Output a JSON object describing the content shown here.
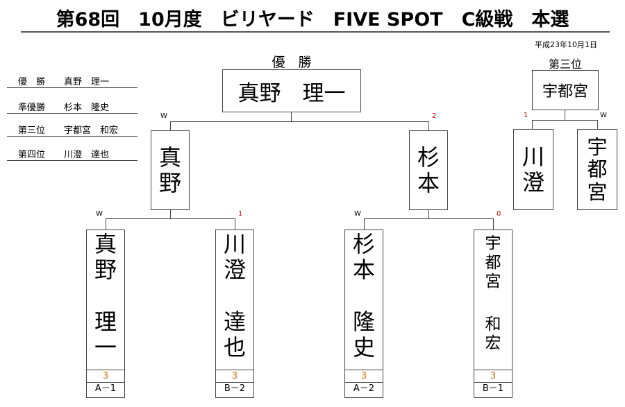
{
  "title": "第68回　10月度　ビリヤード　FIVE SPOT　C級戦　本選",
  "date": "平成23年10月1日",
  "results": [
    {
      "label": "優　勝",
      "name": "真野　理一"
    },
    {
      "label": "準優勝",
      "name": "杉本　隆史"
    },
    {
      "label": "第三位",
      "name": "宇都宮　和宏"
    },
    {
      "label": "第四位",
      "name": "川澄　達也"
    }
  ],
  "champion": {
    "header": "優　勝",
    "name": "真野　理一"
  },
  "third_place": {
    "header": "第三位",
    "name": "宇都宮"
  },
  "finalists": {
    "left": {
      "chars": [
        "真",
        "野"
      ],
      "mark": "W"
    },
    "right": {
      "chars": [
        "杉",
        "本"
      ],
      "mark": "2"
    }
  },
  "third_match": {
    "left": {
      "chars": [
        "川",
        "澄"
      ],
      "mark": "1"
    },
    "right": {
      "chars": [
        "宇",
        "都",
        "宮"
      ],
      "mark": "W"
    }
  },
  "players": [
    {
      "chars": [
        "真",
        "野",
        "",
        "理",
        "一"
      ],
      "mark": "W",
      "score": "3",
      "seed": "A－1"
    },
    {
      "chars": [
        "川",
        "澄",
        "",
        "達",
        "也"
      ],
      "mark": "1",
      "score": "3",
      "seed": "B－2"
    },
    {
      "chars": [
        "杉",
        "本",
        "",
        "隆",
        "史"
      ],
      "mark": "W",
      "score": "3",
      "seed": "A－2"
    },
    {
      "chars": [
        "宇",
        "都",
        "宮",
        "",
        "和",
        "宏"
      ],
      "mark": "0",
      "score": "3",
      "seed": "B－1"
    }
  ]
}
